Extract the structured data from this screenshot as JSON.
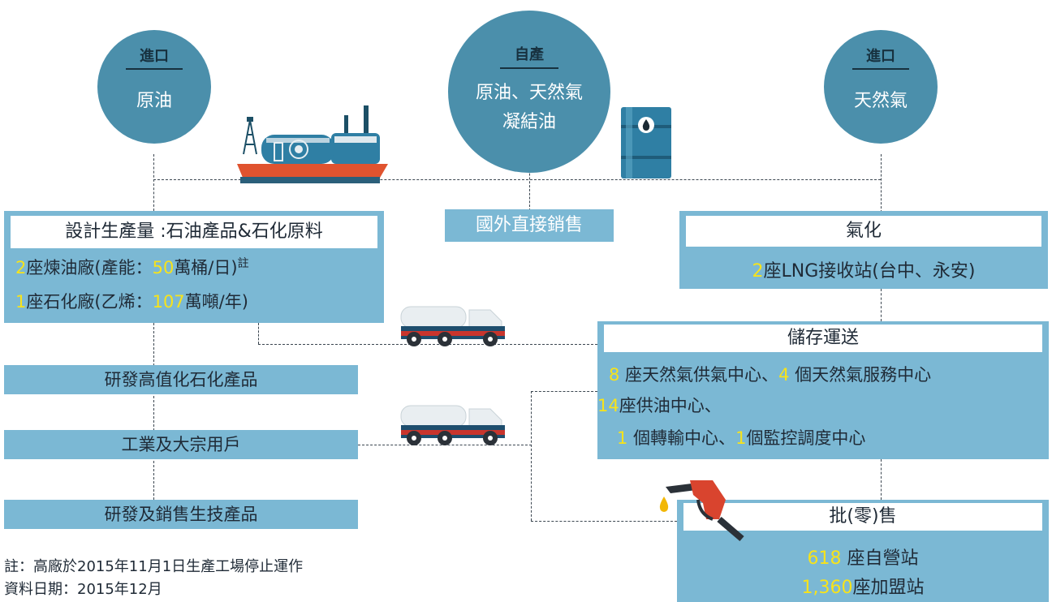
{
  "sources": [
    {
      "tag": "進口",
      "text": "原油"
    },
    {
      "tag": "自產",
      "text_line1": "原油、天然氣",
      "text_line2": "凝結油"
    },
    {
      "tag": "進口",
      "text": "天然氣"
    }
  ],
  "direct_sale": "國外直接銷售",
  "production": {
    "title": "設計生產量 :石油產品&石化原料",
    "line1": {
      "count": "2",
      "a": "座煉油廠(產能：",
      "num": "50",
      "b": "萬桶/日)",
      "sup": "註"
    },
    "line2": {
      "count": "1",
      "a": "座石化廠(乙烯：",
      "num": "107",
      "b": "萬噸/年)"
    }
  },
  "downstream": [
    "研發高值化石化產品",
    "工業及大宗用戶",
    "研發及銷售生技產品"
  ],
  "gasification": {
    "title": "氣化",
    "count": "2",
    "text": "座LNG接收站(台中、永安)"
  },
  "storage": {
    "title": "儲存運送",
    "row1": {
      "n1": "8",
      "t1": " 座天然氣供氣中心、",
      "n2": "4",
      "t2": " 個天然氣服務中心"
    },
    "row2": {
      "n1": "14",
      "t1": "座供油中心、"
    },
    "row3": {
      "n1": "1",
      "t1": " 個轉輸中心、",
      "n2": "1",
      "t2": "個監控調度中心"
    }
  },
  "retail": {
    "title": "批(零)售",
    "row1": {
      "num": "618",
      "text": " 座自營站"
    },
    "row2": {
      "num": "1,360",
      "text": "座加盟站"
    }
  },
  "notes": {
    "note1": "註：高廠於2015年11月1日生產工場停止運作",
    "note2": "資料日期：2015年12月"
  },
  "colors": {
    "circle": "#4b8fab",
    "box": "#7bb8d4",
    "highlight": "#f7e31a",
    "ship_hull": "#e0532f",
    "ship_body": "#2f7fa4",
    "fuel_nozzle": "#d9442e"
  }
}
